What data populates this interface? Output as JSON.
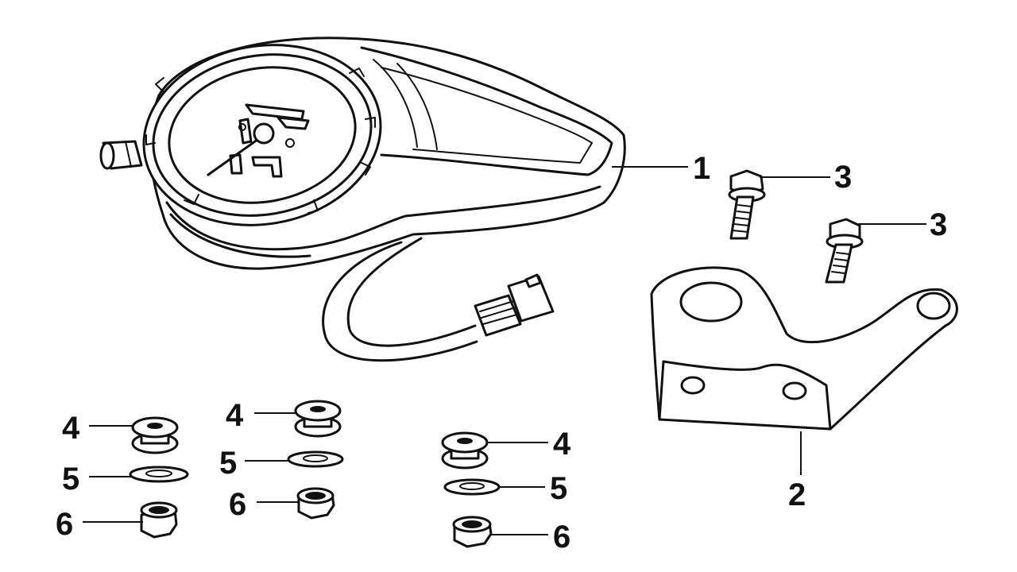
{
  "parts": [
    {
      "id": "speedometer",
      "callout": "1"
    },
    {
      "id": "bracket",
      "callout": "2"
    },
    {
      "id": "bolt-a",
      "callout": "3"
    },
    {
      "id": "bolt-b",
      "callout": "3"
    },
    {
      "id": "grommet-a",
      "callout": "4"
    },
    {
      "id": "grommet-b",
      "callout": "4"
    },
    {
      "id": "grommet-c",
      "callout": "4"
    },
    {
      "id": "washer-a",
      "callout": "5"
    },
    {
      "id": "washer-b",
      "callout": "5"
    },
    {
      "id": "washer-c",
      "callout": "5"
    },
    {
      "id": "nut-a",
      "callout": "6"
    },
    {
      "id": "nut-b",
      "callout": "6"
    },
    {
      "id": "nut-c",
      "callout": "6"
    }
  ],
  "colors": {
    "line": "#111111",
    "background": "#ffffff"
  }
}
